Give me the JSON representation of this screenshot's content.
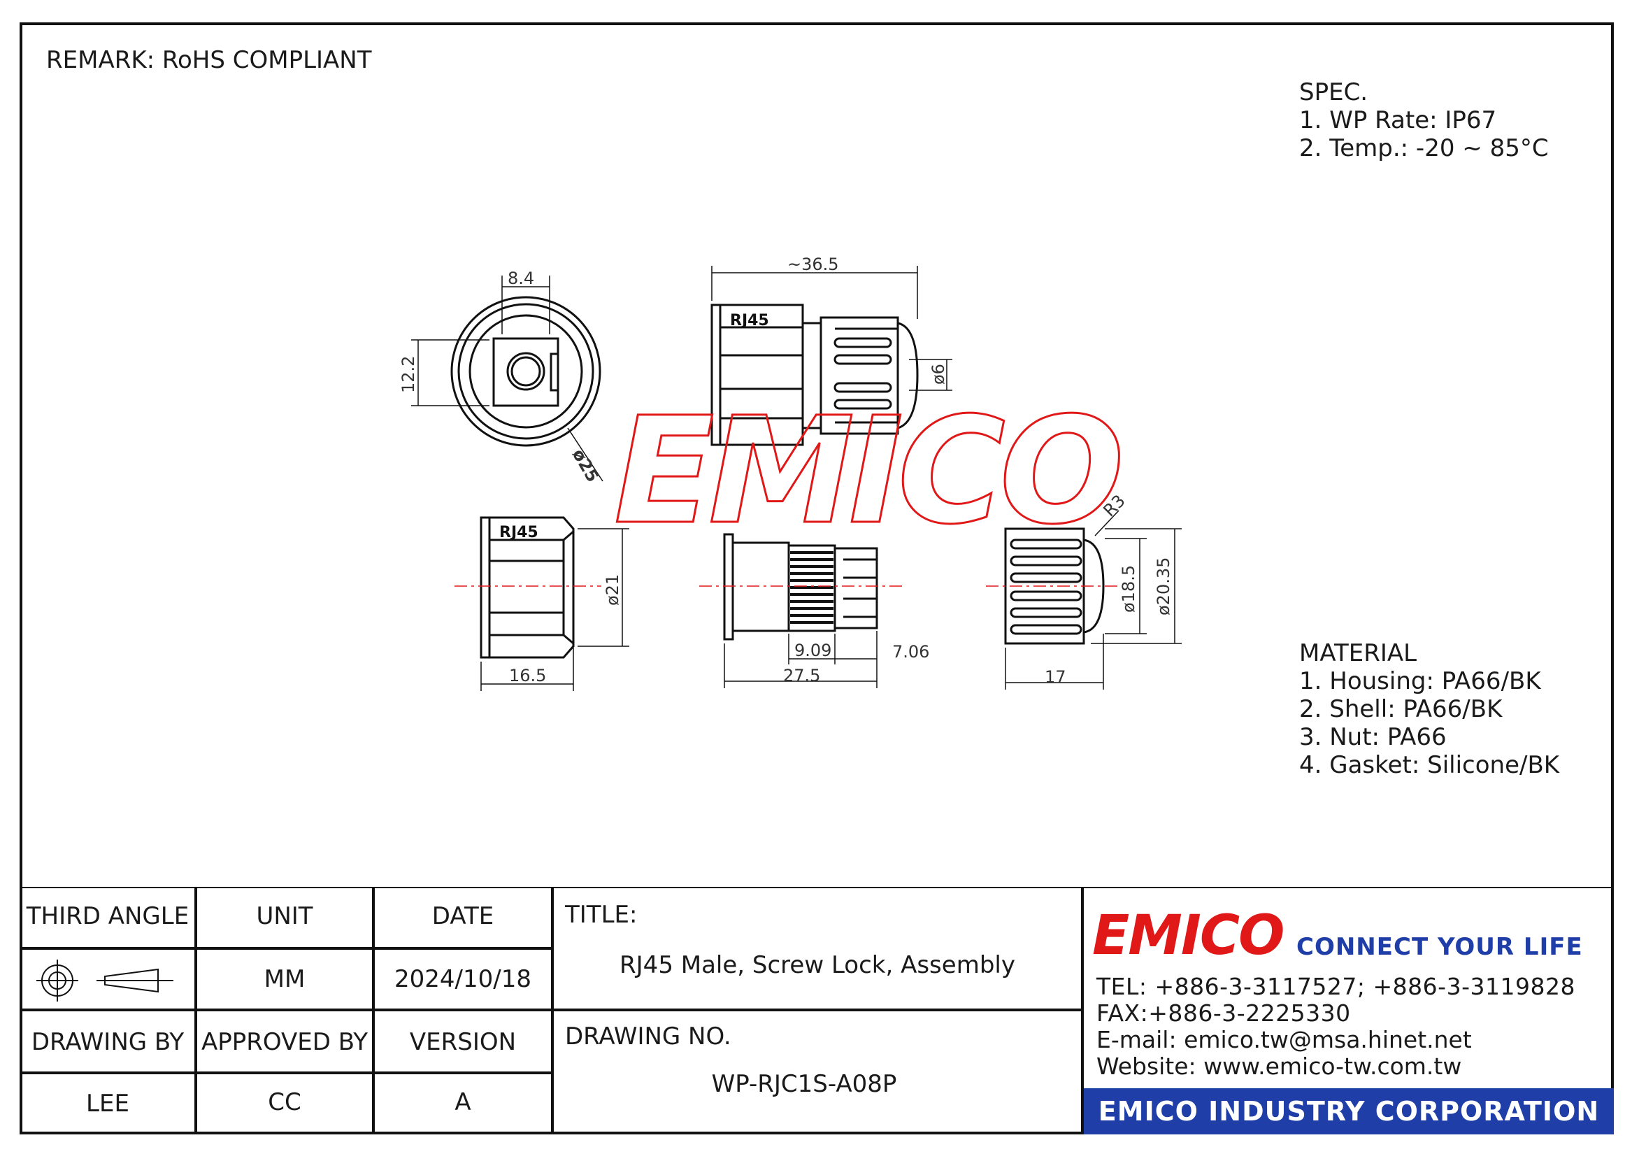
{
  "remark": "REMARK: RoHS COMPLIANT",
  "spec": {
    "heading": "SPEC.",
    "items": [
      "1. WP Rate: IP67",
      "2. Temp.: -20 ~ 85°C"
    ]
  },
  "material": {
    "heading": "MATERIAL",
    "items": [
      "1. Housing: PA66/BK",
      "2. Shell: PA66/BK",
      "3. Nut: PA66",
      "4. Gasket: Silicone/BK"
    ]
  },
  "dimensions": {
    "front_width": "8.4",
    "front_height": "12.2",
    "front_diameter": "ø25",
    "total_length": "~36.5",
    "side_diameter_6": "ø6",
    "housing_label": "RJ45",
    "housing_diameter": "ø21",
    "housing_length": "16.5",
    "shell_a": "9.09",
    "shell_b": "7.06",
    "shell_length": "27.5",
    "nut_radius": "R3",
    "nut_diameter_a": "ø18.5",
    "nut_diameter_b": "ø20.35",
    "nut_length": "17"
  },
  "watermark": "EMICO",
  "title_block": {
    "projection_label": "THIRD ANGLE",
    "unit_label": "UNIT",
    "date_label": "DATE",
    "unit_value": "MM",
    "date_value": "2024/10/18",
    "drawing_by_label": "DRAWING BY",
    "approved_by_label": "APPROVED BY",
    "version_label": "VERSION",
    "drawing_by_value": "LEE",
    "approved_by_value": "CC",
    "version_value": "A",
    "title_label": "TITLE:",
    "title_value": "RJ45 Male, Screw Lock, Assembly",
    "drawing_no_label": "DRAWING NO.",
    "drawing_no_value": "WP-RJC1S-A08P"
  },
  "company": {
    "logo": "EMICO",
    "slogan": "CONNECT YOUR LIFE",
    "tel": "TEL: +886-3-3117527; +886-3-3119828",
    "fax": "FAX:+886-3-2225330",
    "email": "E-mail: emico.tw@msa.hinet.net",
    "website": "Website: www.emico-tw.com.tw",
    "name": "EMICO INDUSTRY CORPORATION"
  },
  "colors": {
    "logo_red": "#e01818",
    "banner_blue": "#1f3ea8",
    "slogan_blue": "#1f3ea8",
    "line": "#111111"
  }
}
